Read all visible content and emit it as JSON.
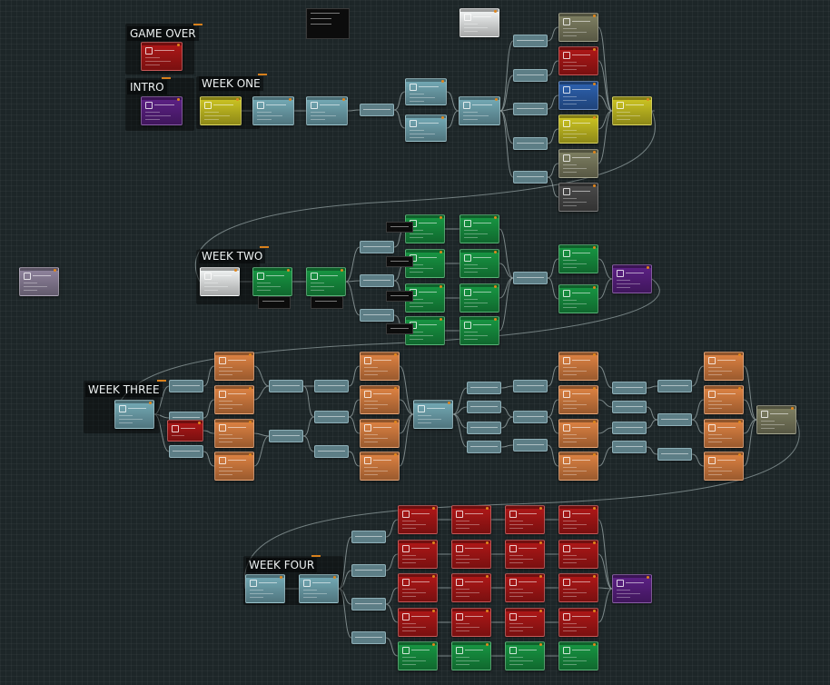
{
  "editor": {
    "sections": {
      "game_over": "GAME OVER",
      "intro": "INTRO",
      "week_one": "WEEK ONE",
      "week_two": "WEEK TWO",
      "week_three": "WEEK THREE",
      "week_four": "WEEK FOUR"
    }
  },
  "palette": {
    "red": "#8e1313",
    "purple": "#4b1a6c",
    "yellow": "#a6a01c",
    "teal": "#5e8a94",
    "green": "#137a36",
    "orange": "#b56a36",
    "blue": "#254f8e",
    "olive": "#676850",
    "grey": "#3c3c3c",
    "lavender": "#756b80",
    "light": "#c4c6c6",
    "accent": "#d8801c"
  },
  "icons": {
    "node_icon": "dialogue-node-icon",
    "port": "connection-port-icon"
  }
}
